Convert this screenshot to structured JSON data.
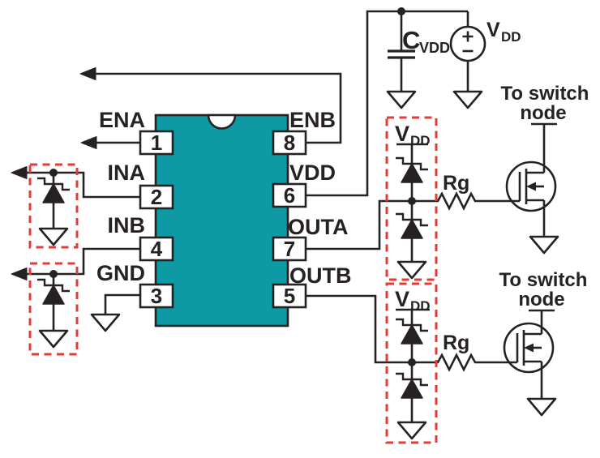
{
  "ic": {
    "left_pins": [
      {
        "label": "ENA",
        "num": "1"
      },
      {
        "label": "INA",
        "num": "2"
      },
      {
        "label": "INB",
        "num": "4"
      },
      {
        "label": "GND",
        "num": "3"
      }
    ],
    "right_pins": [
      {
        "label": "ENB",
        "num": "8"
      },
      {
        "label": "VDD",
        "num": "6"
      },
      {
        "label": "OUTA",
        "num": "7"
      },
      {
        "label": "OUTB",
        "num": "5"
      }
    ]
  },
  "supply": {
    "cap": {
      "main": "C",
      "sub": "VDD"
    },
    "source": {
      "main": "V",
      "sub": "DD"
    }
  },
  "clamp_a": {
    "rail_main": "V",
    "rail_sub": "DD"
  },
  "clamp_b": {
    "rail_main": "V",
    "rail_sub": "DD"
  },
  "output_a": {
    "resistor": "Rg",
    "switch_line1": "To switch",
    "switch_line2": "node"
  },
  "output_b": {
    "resistor": "Rg",
    "switch_line1": "To switch",
    "switch_line2": "node"
  },
  "colors": {
    "ic_teal": "#0e9aa4",
    "highlight_red": "#e03c38",
    "line": "#262223"
  }
}
